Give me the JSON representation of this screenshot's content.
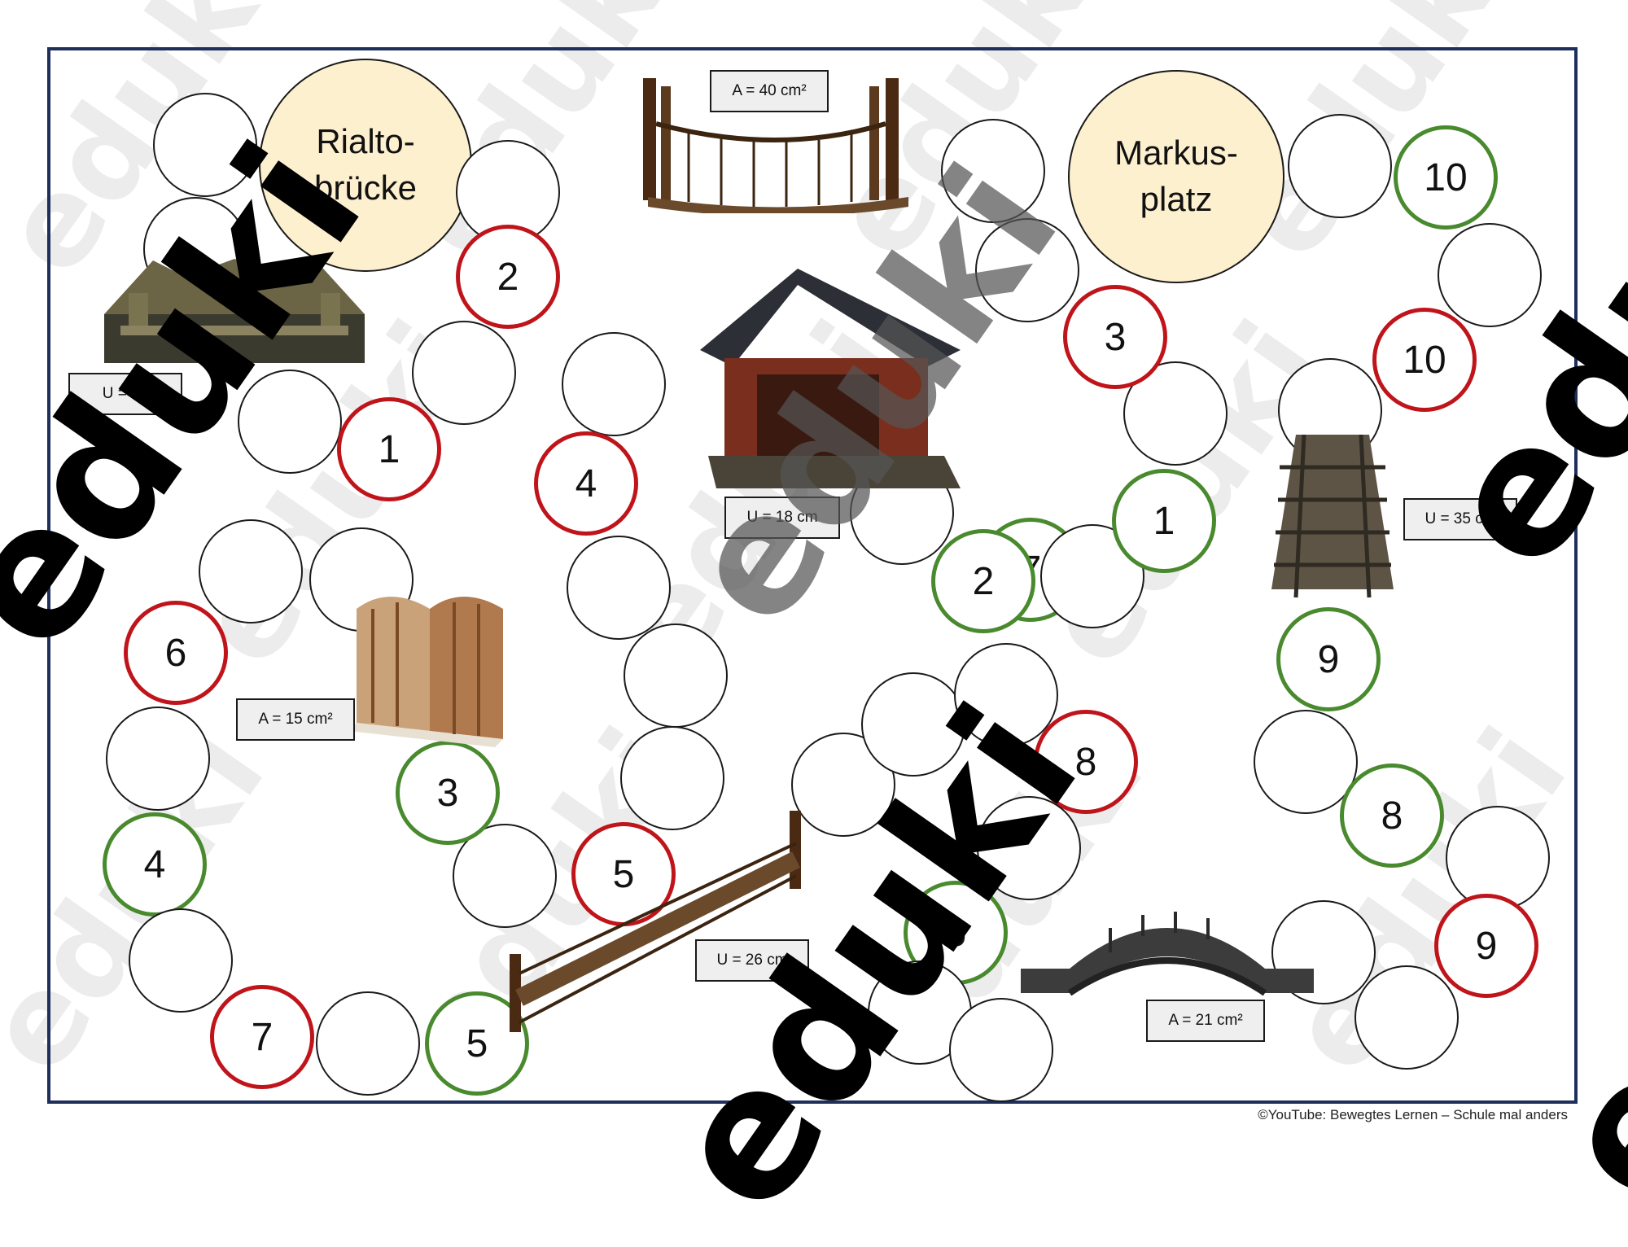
{
  "goals": {
    "start": "Rialto-\nbrücke",
    "finish": "Markus-\nplatz"
  },
  "spaces": [
    {
      "label": "",
      "color": "none"
    },
    {
      "label": "",
      "color": "none"
    },
    {
      "label": "",
      "color": "none"
    },
    {
      "label": "1",
      "color": "red"
    },
    {
      "label": "",
      "color": "none"
    },
    {
      "label": "",
      "color": "none"
    },
    {
      "label": "2",
      "color": "red"
    },
    {
      "label": "",
      "color": "none"
    },
    {
      "label": "4",
      "color": "red"
    },
    {
      "label": "",
      "color": "none"
    },
    {
      "label": "",
      "color": "none"
    },
    {
      "label": "",
      "color": "none"
    },
    {
      "label": "5",
      "color": "red"
    },
    {
      "label": "",
      "color": "none"
    },
    {
      "label": "3",
      "color": "green"
    },
    {
      "label": "",
      "color": "none"
    },
    {
      "label": "",
      "color": "none"
    },
    {
      "label": "6",
      "color": "red"
    },
    {
      "label": "",
      "color": "none"
    },
    {
      "label": "4",
      "color": "green"
    },
    {
      "label": "",
      "color": "none"
    },
    {
      "label": "7",
      "color": "red"
    },
    {
      "label": "",
      "color": "none"
    },
    {
      "label": "5",
      "color": "green"
    },
    {
      "label": "",
      "color": "none"
    },
    {
      "label": "",
      "color": "none"
    },
    {
      "label": "",
      "color": "none"
    },
    {
      "label": "8",
      "color": "red"
    },
    {
      "label": "",
      "color": "none"
    },
    {
      "label": "6",
      "color": "green"
    },
    {
      "label": "",
      "color": "none"
    },
    {
      "label": "",
      "color": "none"
    },
    {
      "label": "7",
      "color": "green"
    },
    {
      "label": "",
      "color": "none"
    },
    {
      "label": "2",
      "color": "green"
    },
    {
      "label": "",
      "color": "none"
    },
    {
      "label": "1",
      "color": "green"
    },
    {
      "label": "",
      "color": "none"
    },
    {
      "label": "3",
      "color": "red"
    },
    {
      "label": "",
      "color": "none"
    },
    {
      "label": "",
      "color": "none"
    },
    {
      "label": "",
      "color": "none"
    },
    {
      "label": "9",
      "color": "green"
    },
    {
      "label": "",
      "color": "none"
    },
    {
      "label": "8",
      "color": "green"
    },
    {
      "label": "",
      "color": "none"
    },
    {
      "label": "9",
      "color": "red"
    },
    {
      "label": "",
      "color": "none"
    },
    {
      "label": "",
      "color": "none"
    },
    {
      "label": "10",
      "color": "red"
    },
    {
      "label": "",
      "color": "none"
    },
    {
      "label": "10",
      "color": "green"
    },
    {
      "label": "",
      "color": "none"
    }
  ],
  "labels": {
    "u22": "U = 22",
    "a40": "A = 40 cm²",
    "u18": "U = 18 cm",
    "a15": "A = 15 cm²",
    "u26": "U = 26 cm",
    "u35": "U = 35 cm",
    "a21": "A = 21 cm²"
  },
  "copyright": "©YouTube: Bewegtes Lernen – Schule mal anders",
  "watermark": "eduki",
  "colors": {
    "red_ring": "#c0141b",
    "green_ring": "#4a8a2f",
    "goal_fill": "#fdf0cf",
    "frame": "#1f2f5c"
  }
}
